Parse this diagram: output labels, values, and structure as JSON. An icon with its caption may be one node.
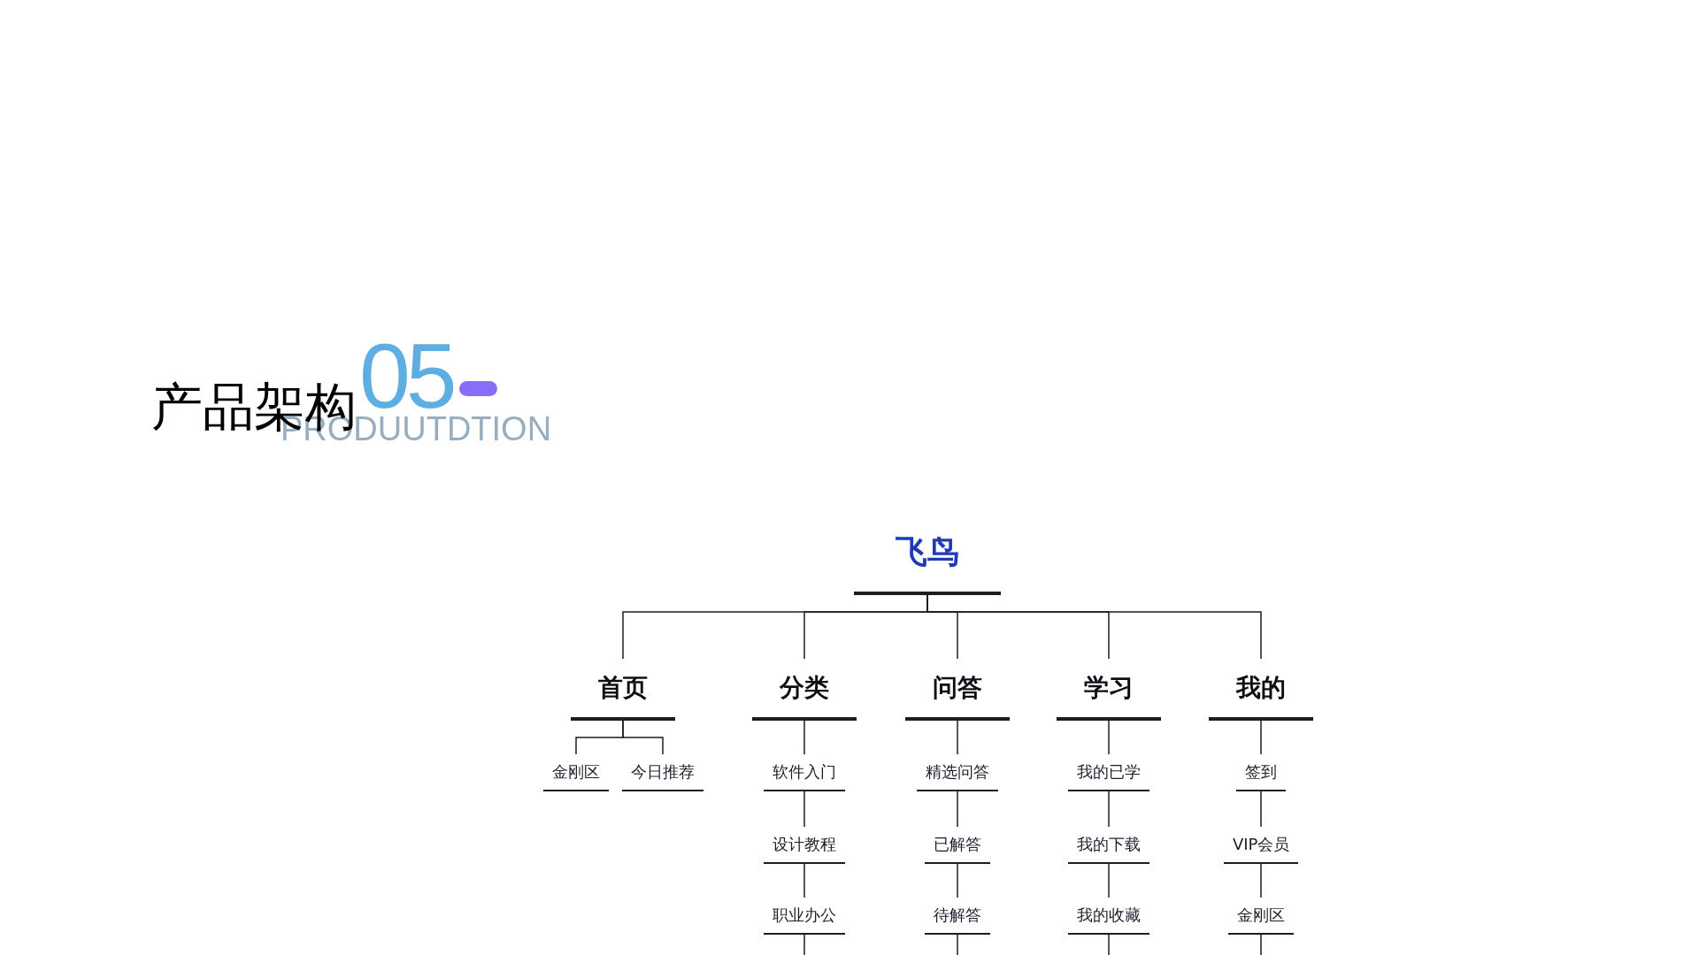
{
  "diagram": {
    "title": "产品架构",
    "nodes": [
      {
        "text": [
          "飞鸟"
        ]
      },
      {
        "text": [
          "首页"
        ]
      },
      {
        "text": [
          "分类"
        ]
      },
      {
        "text": [
          "问答"
        ]
      },
      {
        "text": [
          "学习"
        ]
      },
      {
        "text": [
          "我的"
        ]
      },
      {
        "text": [
          "金刚区"
        ]
      },
      {
        "text": [
          "今日推荐"
        ]
      },
      {
        "text": [
          "软件入门"
        ]
      },
      {
        "text": [
          "精选问答"
        ]
      },
      {
        "text": [
          "我的已学"
        ]
      },
      {
        "text": [
          "签到"
        ]
      },
      {
        "text": [
          "设计教程"
        ]
      },
      {
        "text": [
          "已解答"
        ]
      },
      {
        "text": [
          "我的下载"
        ]
      },
      {
        "text": [
          "VIP会员"
        ]
      },
      {
        "text": [
          "职业办公"
        ]
      },
      {
        "text": [
          "待解答"
        ]
      },
      {
        "text": [
          "我的收藏"
        ]
      },
      {
        "text": [
          "金刚区"
        ]
      }
    ],
    "edges": [
      {
        "from": 0,
        "to": 1,
        "arrow": "none"
      },
      {
        "from": 0,
        "to": 2,
        "arrow": "none"
      },
      {
        "from": 0,
        "to": 3,
        "arrow": "none"
      },
      {
        "from": 0,
        "to": 4,
        "arrow": "none"
      },
      {
        "from": 0,
        "to": 5,
        "arrow": "none"
      },
      {
        "from": 1,
        "to": 6,
        "arrow": "none"
      },
      {
        "from": 1,
        "to": 7,
        "arrow": "none"
      },
      {
        "from": 2,
        "to": 8,
        "arrow": "none"
      },
      {
        "from": 8,
        "to": 12,
        "arrow": "none"
      },
      {
        "from": 12,
        "to": 16,
        "arrow": "none"
      },
      {
        "from": 16,
        "to": null,
        "arrow": "none"
      },
      {
        "from": 3,
        "to": 9,
        "arrow": "none"
      },
      {
        "from": 9,
        "to": 13,
        "arrow": "none"
      },
      {
        "from": 13,
        "to": 17,
        "arrow": "none"
      },
      {
        "from": 17,
        "to": null,
        "arrow": "none"
      },
      {
        "from": 4,
        "to": 10,
        "arrow": "none"
      },
      {
        "from": 10,
        "to": 14,
        "arrow": "none"
      },
      {
        "from": 14,
        "to": 18,
        "arrow": "none"
      },
      {
        "from": 18,
        "to": null,
        "arrow": "none"
      },
      {
        "from": 5,
        "to": 11,
        "arrow": "none"
      },
      {
        "from": 11,
        "to": 15,
        "arrow": "none"
      },
      {
        "from": 15,
        "to": 19,
        "arrow": "none"
      },
      {
        "from": 19,
        "to": null,
        "arrow": "none"
      }
    ],
    "labels": [
      "05",
      "PRODUUTDTION"
    ]
  }
}
